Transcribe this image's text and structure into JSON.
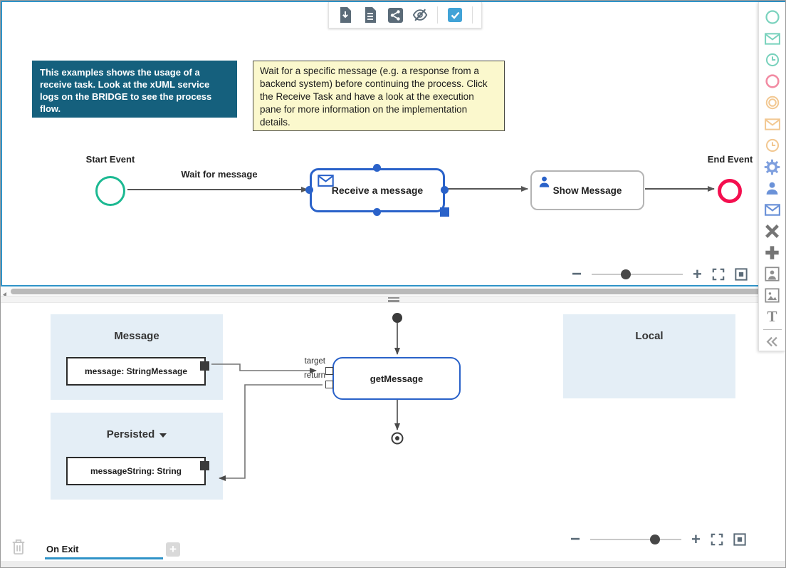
{
  "colors": {
    "pane_border": "#2f93c8",
    "accent_node_blue": "#2a62c9",
    "start_event_teal": "#1cb992",
    "end_event_red": "#f40f4f",
    "note_blue_bg": "#15607d",
    "note_yellow_bg": "#fbf8cd",
    "panel_bg": "#e4eef6",
    "checkbox_blue": "#41a3d7",
    "toolbar_icon_slate": "#5b6b78"
  },
  "top_toolbar": {
    "icons": [
      {
        "name": "export-document-icon"
      },
      {
        "name": "document-report-icon"
      },
      {
        "name": "share-icon"
      },
      {
        "name": "hide-annotations-icon"
      },
      {
        "name": "annotations-checkbox-icon",
        "checked": true
      }
    ]
  },
  "bpmn_pane": {
    "blue_annotation": "This examples shows the usage of a receive task. Look at the xUML service logs on the BRIDGE to see the process flow.",
    "yellow_annotation": "Wait for a specific message (e.g. a response from a backend system) before continuing the process. Click the Receive Task and have a look at the execution pane for more information on the implementation details.",
    "start_event_label": "Start Event",
    "sequence_flow_label": "Wait for message",
    "receive_task_label": "Receive a message",
    "receive_task_selected": true,
    "user_task_label": "Show Message",
    "end_event_label": "End Event",
    "zoom": {
      "minus_label": "−",
      "plus_label": "+",
      "slider_pos_percent": 32
    }
  },
  "activity_pane": {
    "message_panel": {
      "title": "Message",
      "item_label": "message: StringMessage"
    },
    "persisted_panel": {
      "title": "Persisted",
      "has_dropdown_caret": true,
      "item_label": "messageString: String"
    },
    "local_panel": {
      "title": "Local"
    },
    "action_node_label": "getMessage",
    "pin_target_label": "target",
    "pin_return_label": "return",
    "zoom": {
      "minus_label": "−",
      "plus_label": "+",
      "slider_pos_percent": 66
    }
  },
  "footer": {
    "tab_label": "On Exit",
    "add_tab_label": "+"
  },
  "palette": {
    "text_glyph": "T",
    "items": [
      {
        "name": "start-event-icon"
      },
      {
        "name": "message-start-event-icon"
      },
      {
        "name": "timer-start-event-icon"
      },
      {
        "name": "end-event-icon"
      },
      {
        "name": "intermediate-event-icon"
      },
      {
        "name": "message-intermediate-event-icon"
      },
      {
        "name": "timer-intermediate-event-icon"
      },
      {
        "name": "service-task-icon"
      },
      {
        "name": "user-task-icon"
      },
      {
        "name": "receive-task-icon"
      },
      {
        "name": "exclusive-gateway-icon"
      },
      {
        "name": "parallel-gateway-icon"
      },
      {
        "name": "participant-icon"
      },
      {
        "name": "image-icon"
      },
      {
        "name": "text-annotation-icon"
      },
      {
        "name": "collapse-palette-icon"
      }
    ]
  }
}
